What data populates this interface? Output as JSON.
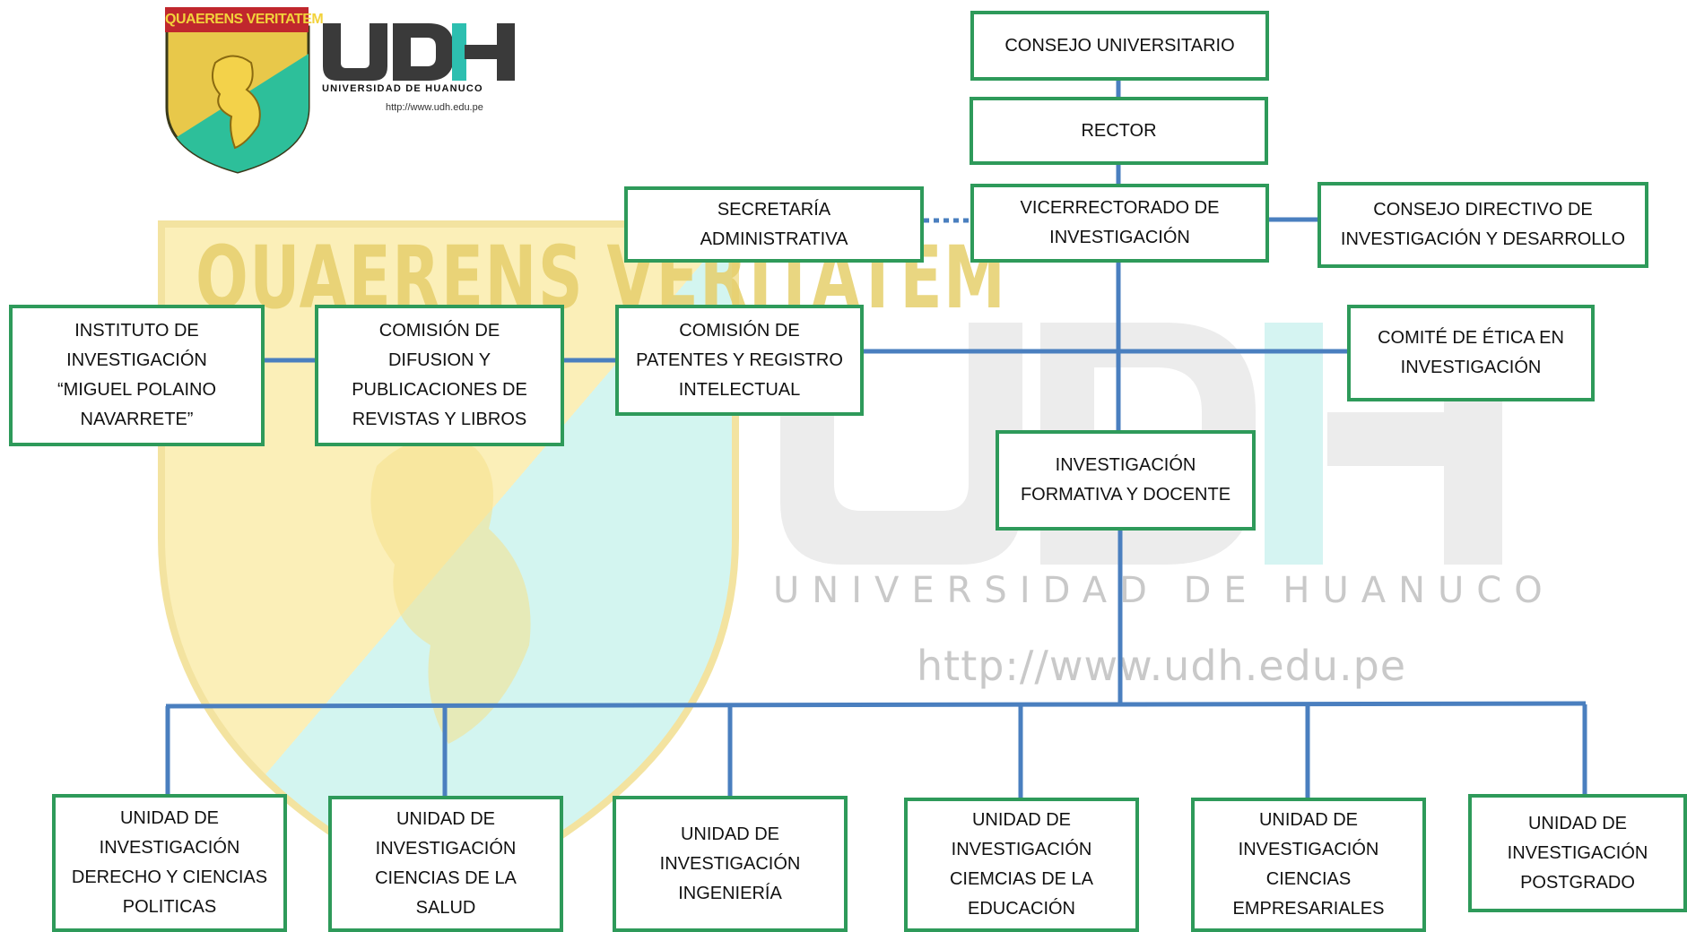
{
  "header": {
    "shield_motto": "QUAERENS VERITATEM",
    "logo_letters": "UDH",
    "logo_subtitle": "UNIVERSIDAD DE HUANUCO",
    "logo_url": "http://www.udh.edu.pe"
  },
  "watermark": {
    "motto": "QUAERENS VERITATEM",
    "subtitle": "UNIVERSIDAD DE HUANUCO",
    "url": "http://www.udh.edu.pe"
  },
  "colors": {
    "node_border": "#2e9a5a",
    "connector": "#4a7fbf",
    "shield_gold": "#e8c84a",
    "shield_teal": "#2dbf9a",
    "motto_red": "#c0272d"
  },
  "nodes": {
    "consejo_universitario": "CONSEJO UNIVERSITARIO",
    "rector": "RECTOR",
    "secretaria_administrativa": "SECRETARÍA\nADMINISTRATIVA",
    "vicerrectorado_investigacion": "VICERRECTORADO DE\nINVESTIGACIÓN",
    "consejo_directivo": "CONSEJO DIRECTIVO DE\nINVESTIGACIÓN Y DESARROLLO",
    "instituto_investigacion": "INSTITUTO DE\nINVESTIGACIÓN\n“MIGUEL POLAINO\nNAVARRETE”",
    "comision_difusion": "COMISIÓN DE\nDIFUSION Y\nPUBLICACIONES DE\nREVISTAS Y LIBROS",
    "comision_patentes": "COMISIÓN DE\nPATENTES Y REGISTRO\nINTELECTUAL",
    "comite_etica": "COMITÉ DE ÉTICA EN\nINVESTIGACIÓN",
    "investigacion_formativa": "INVESTIGACIÓN\nFORMATIVA Y DOCENTE",
    "unidad_derecho": "UNIDAD DE\nINVESTIGACIÓN\nDERECHO Y CIENCIAS\nPOLITICAS",
    "unidad_salud": "UNIDAD DE\nINVESTIGACIÓN\nCIENCIAS DE LA\nSALUD",
    "unidad_ingenieria": "UNIDAD DE\nINVESTIGACIÓN\nINGENIERÍA",
    "unidad_educacion": "UNIDAD DE\nINVESTIGACIÓN\nCIEMCIAS DE LA\nEDUCACIÓN",
    "unidad_empresariales": "UNIDAD DE\nINVESTIGACIÓN\nCIENCIAS\nEMPRESARIALES",
    "unidad_postgrado": "UNIDAD DE\nINVESTIGACIÓN\nPOSTGRADO"
  }
}
